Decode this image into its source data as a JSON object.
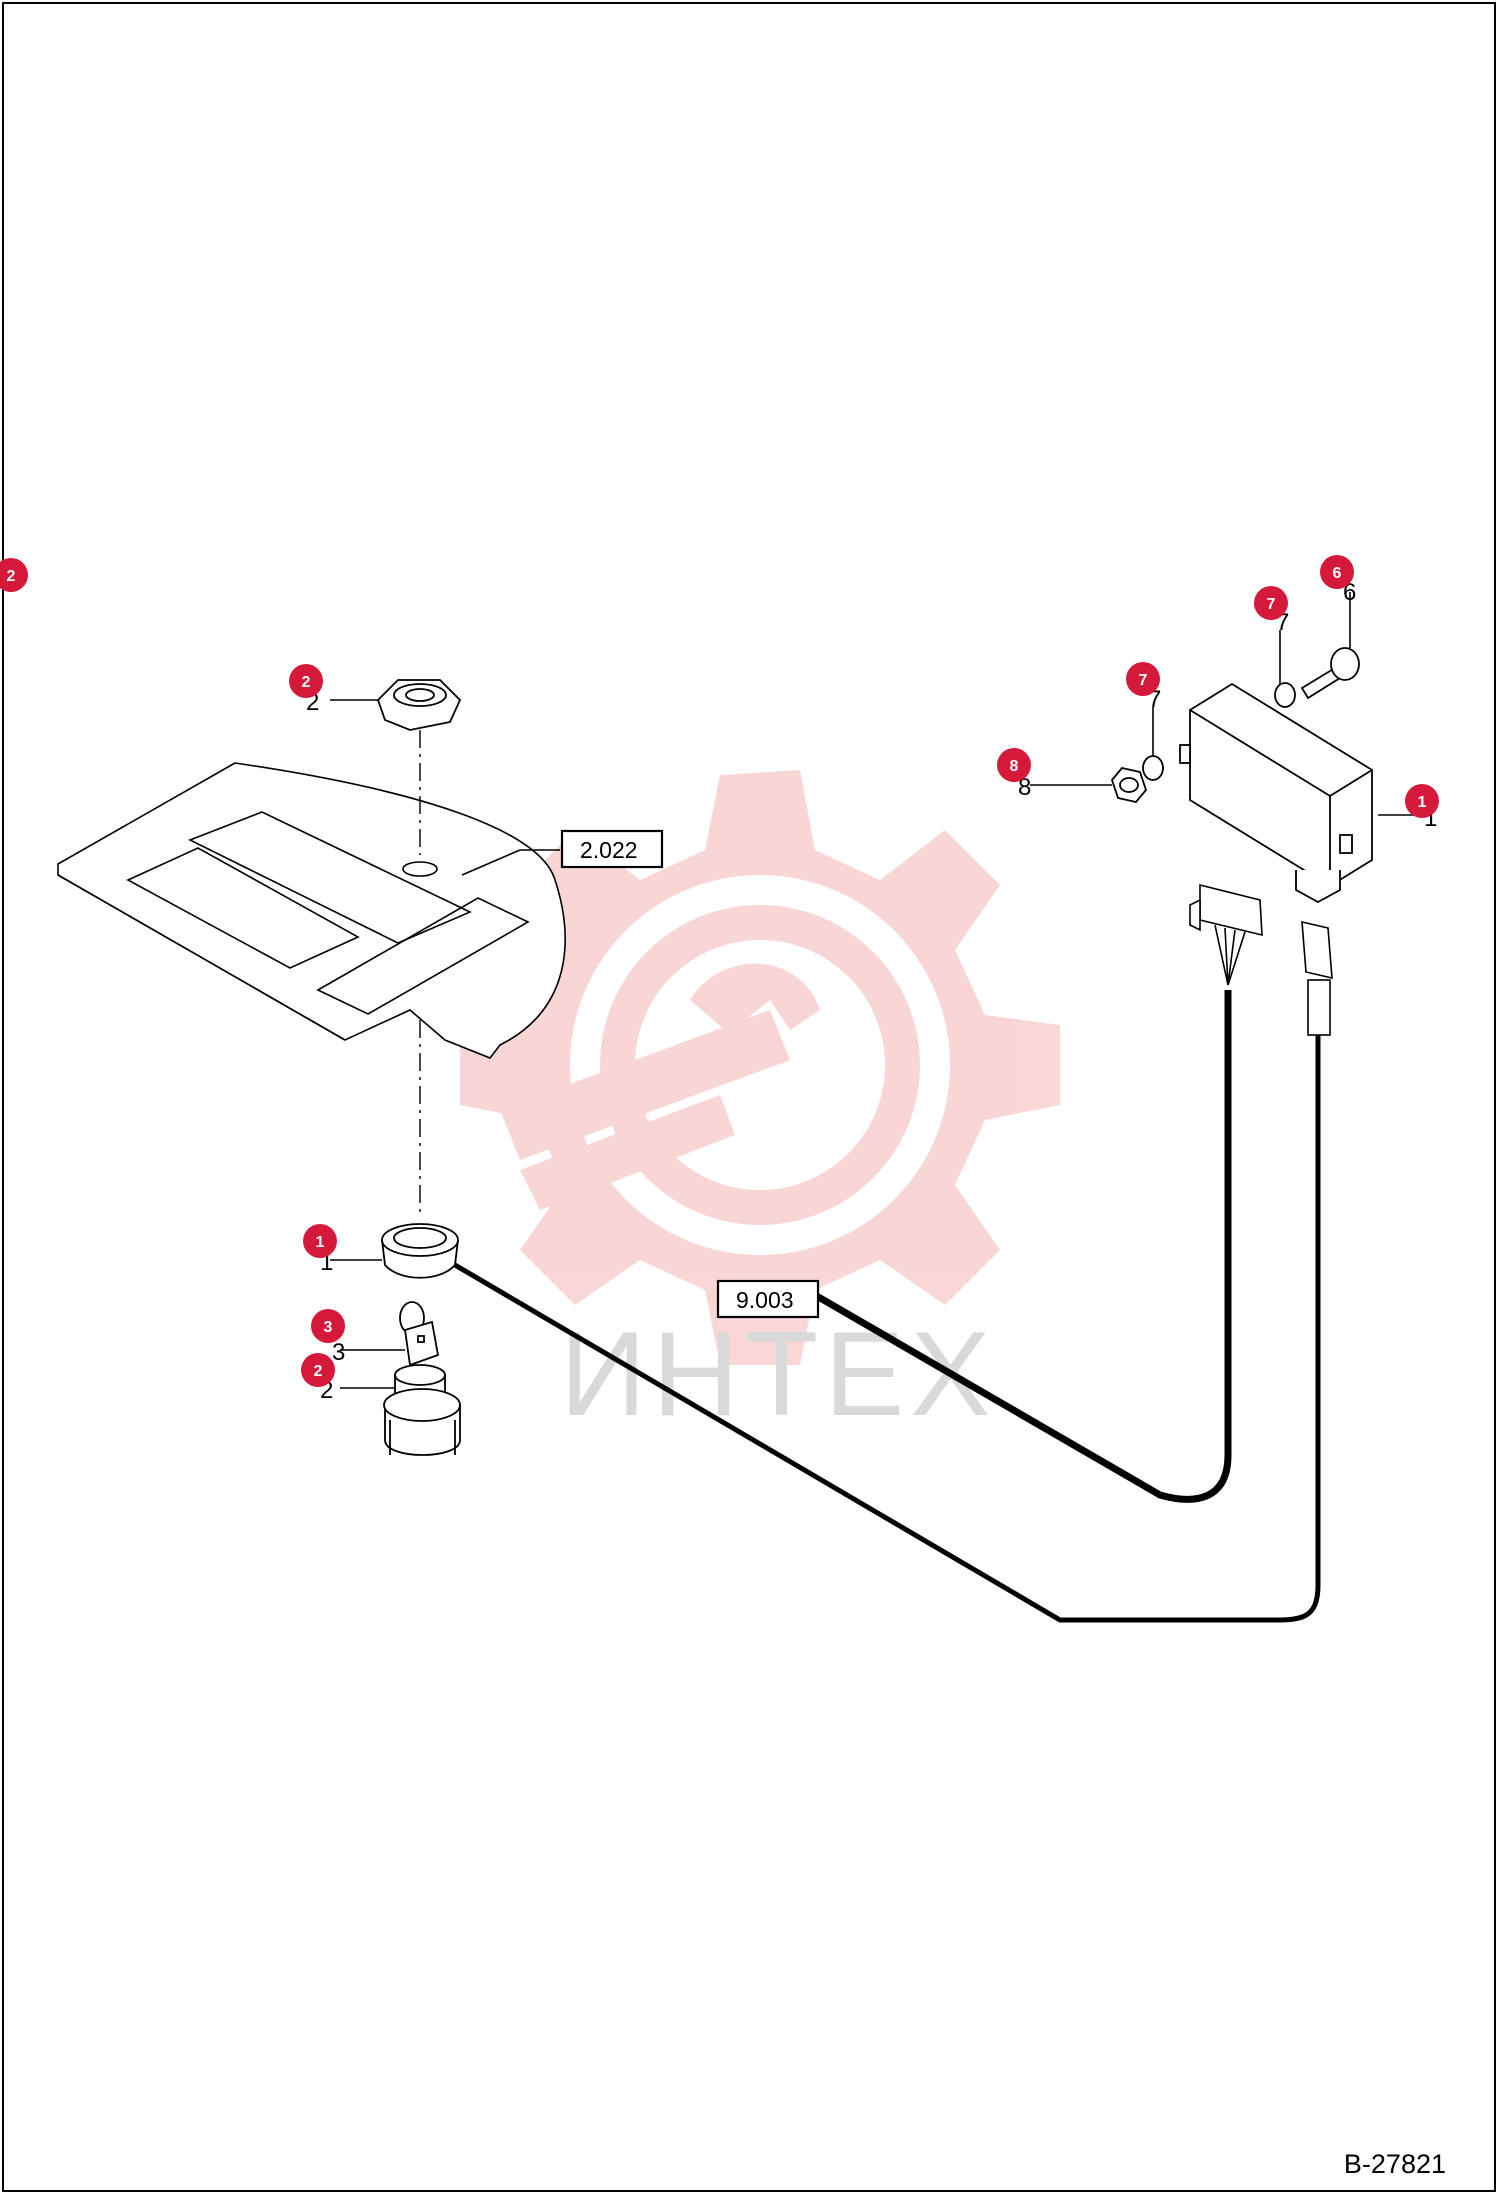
{
  "drawing_number": "B-27821",
  "watermark_text": "ИНТЕХ",
  "reference_boxes": [
    {
      "id": "ref-2-022",
      "label": "2.022"
    },
    {
      "id": "ref-9-003",
      "label": "9.003"
    }
  ],
  "callouts": [
    {
      "id": "c-left-edge",
      "label": "2"
    },
    {
      "id": "c-nut-top",
      "label": "2"
    },
    {
      "id": "c-bushing",
      "label": "1"
    },
    {
      "id": "c-key",
      "label": "3"
    },
    {
      "id": "c-switch",
      "label": "2"
    },
    {
      "id": "c-module",
      "label": "1"
    },
    {
      "id": "c-bolt",
      "label": "6"
    },
    {
      "id": "c-washer-a",
      "label": "7"
    },
    {
      "id": "c-washer-b",
      "label": "7"
    },
    {
      "id": "c-nut-right",
      "label": "8"
    }
  ],
  "colors": {
    "callout": "#d4193a",
    "line": "#000000",
    "watermark_gear": "#f6c9c9",
    "watermark_text": "#d9d9d9"
  }
}
